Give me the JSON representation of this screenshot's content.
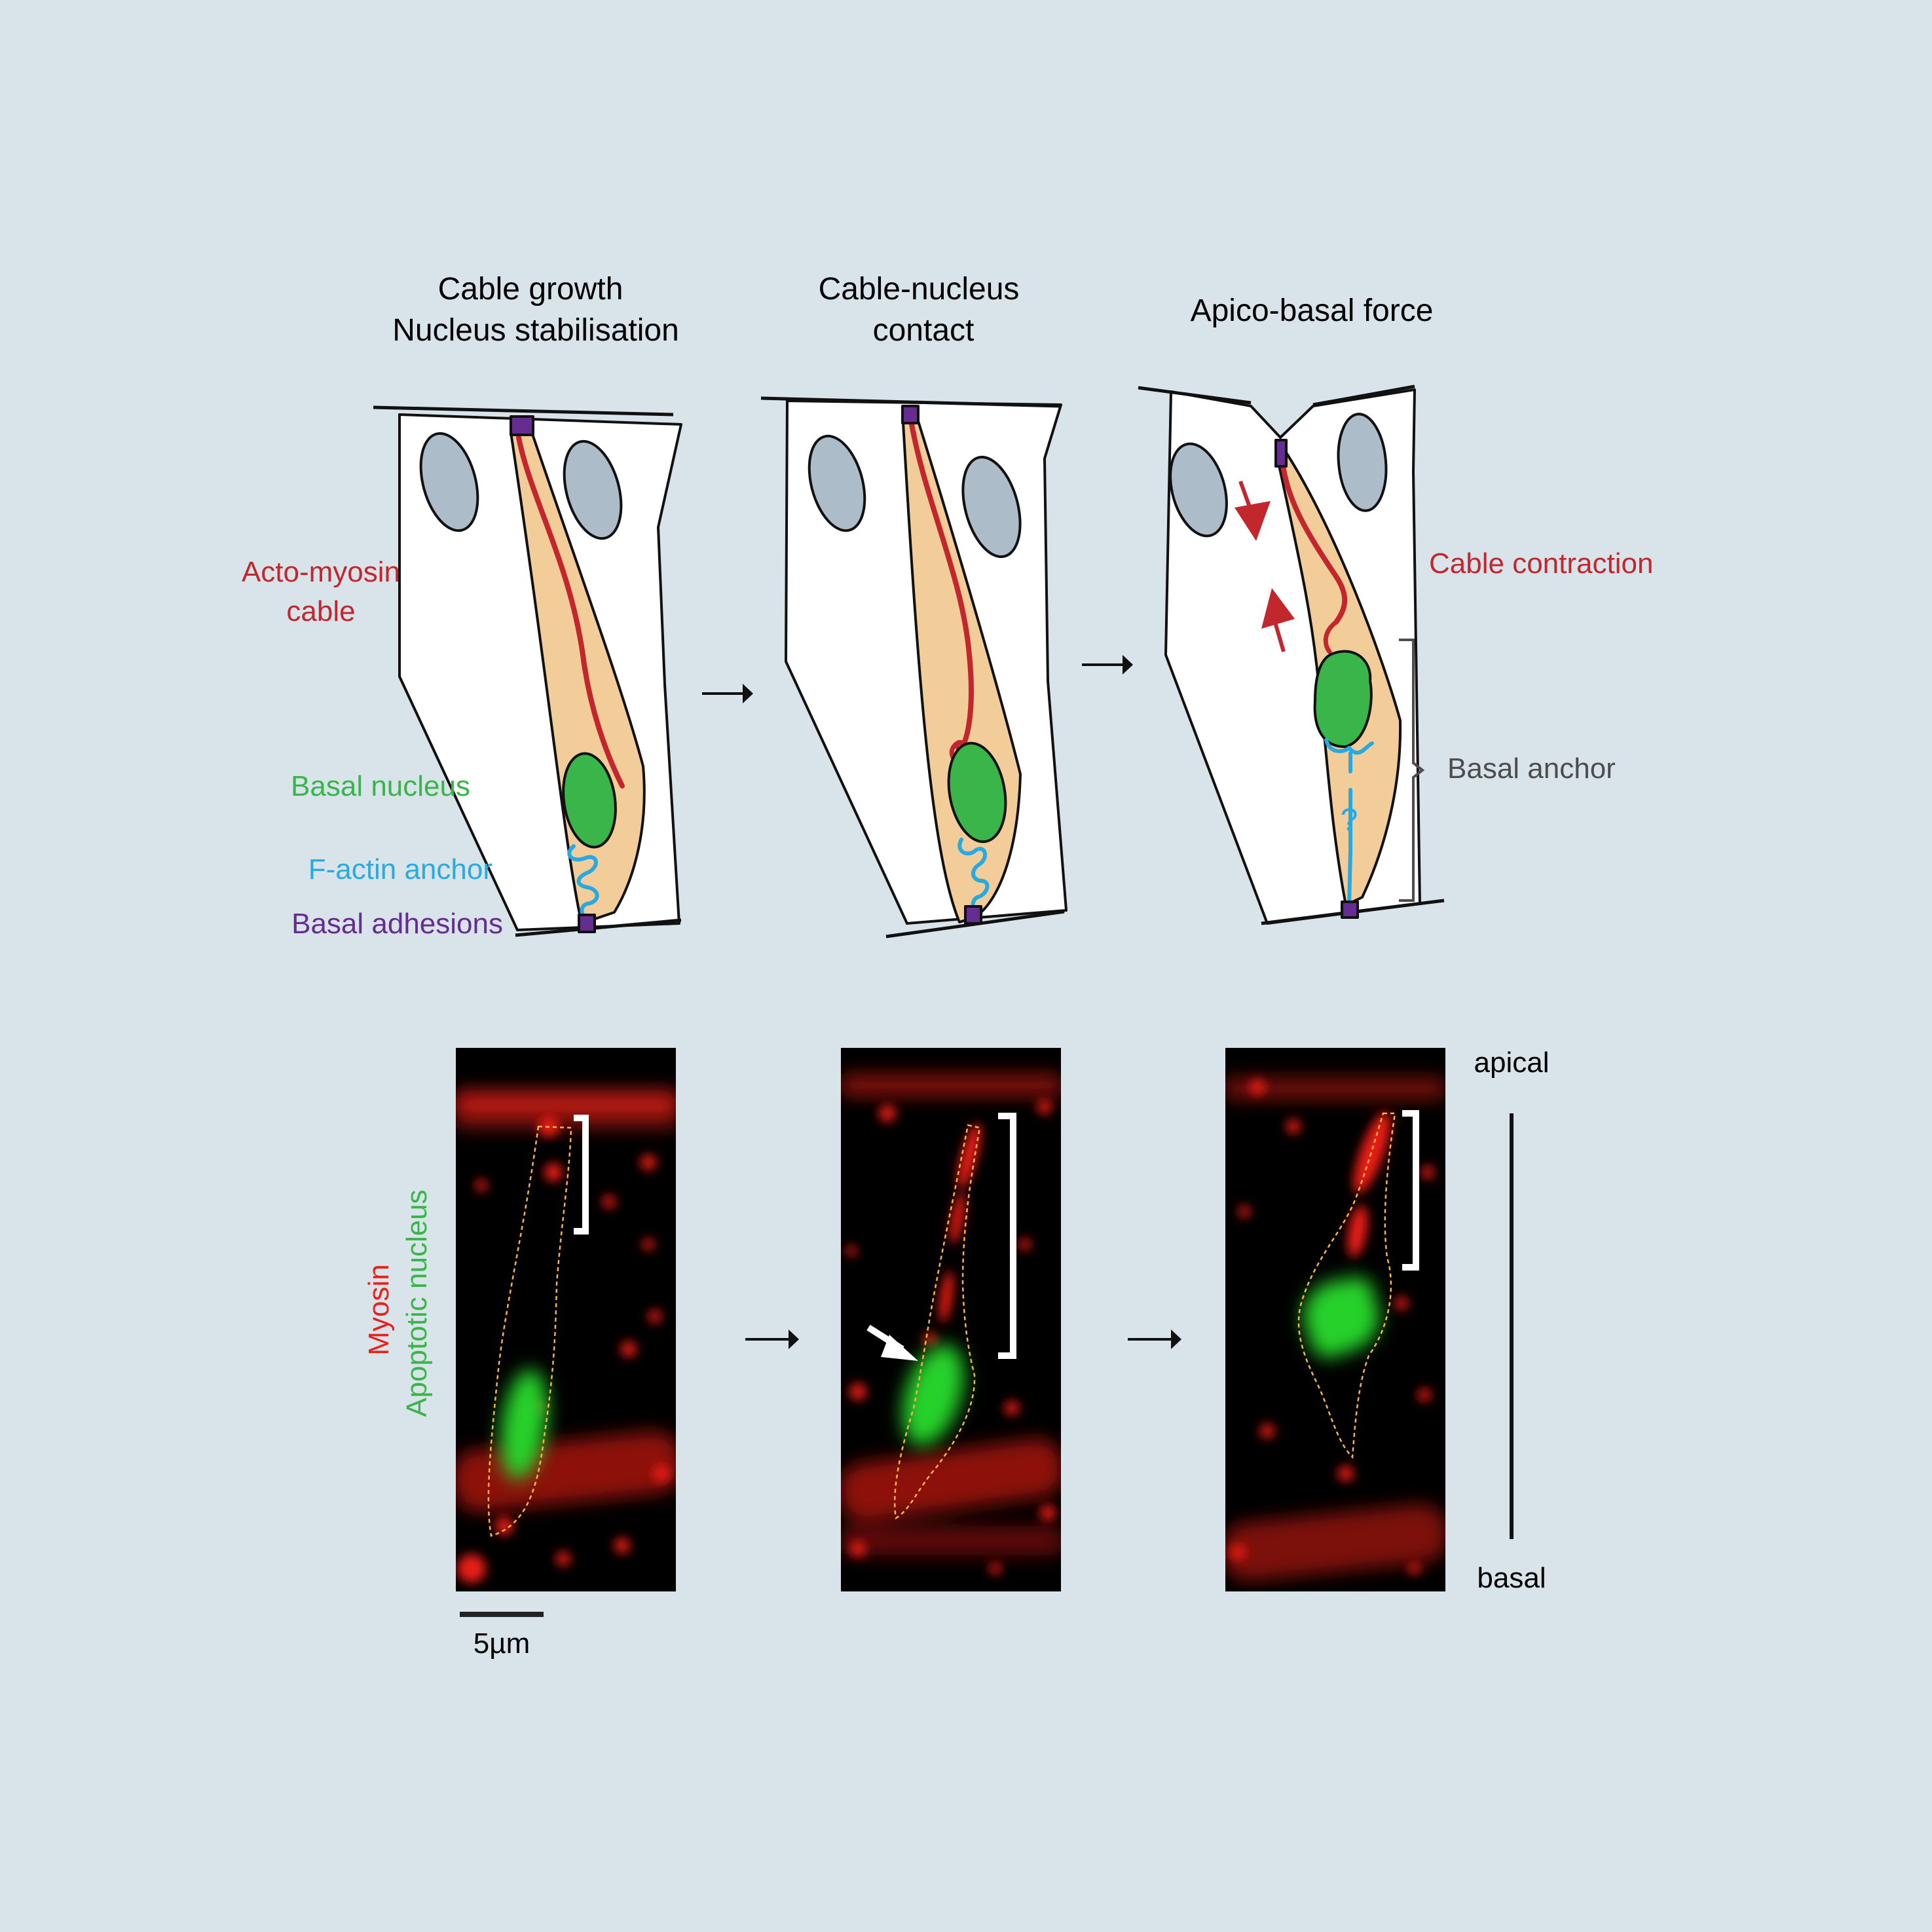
{
  "panels": [
    {
      "title_lines": [
        "Cable growth",
        "Nucleus stabilisation"
      ]
    },
    {
      "title_lines": [
        "Cable-nucleus",
        "contact"
      ]
    },
    {
      "title_lines": [
        "Apico-basal force"
      ]
    }
  ],
  "labels": {
    "actomyosin_line1": "Acto-myosin",
    "actomyosin_line2": "cable",
    "basal_nucleus": "Basal nucleus",
    "factin_anchor": "F-actin anchor",
    "basal_adhesions": "Basal adhesions",
    "cable_contraction": "Cable contraction",
    "basal_anchor": "Basal anchor",
    "question_mark": "?"
  },
  "micrograph": {
    "channel_red": "Myosin",
    "channel_green": "Apoptotic nucleus",
    "scale_bar": "5µm",
    "axis_top": "apical",
    "axis_bottom": "basal"
  },
  "colors": {
    "background": "#d9e3ea",
    "cell_fill": "#ffffff",
    "apoptotic_cell": "#f2cd9a",
    "neighbor_nucleus": "#adbcc9",
    "nucleus_green": "#3ab54a",
    "cable_red": "#c1272d",
    "anchor_blue": "#27aae1",
    "adhesion_purple": "#662d91",
    "label_red": "#c1272d",
    "label_green": "#39b54a",
    "label_blue": "#29abe2",
    "label_purple": "#662d91",
    "label_gray": "#4d4d4d"
  }
}
